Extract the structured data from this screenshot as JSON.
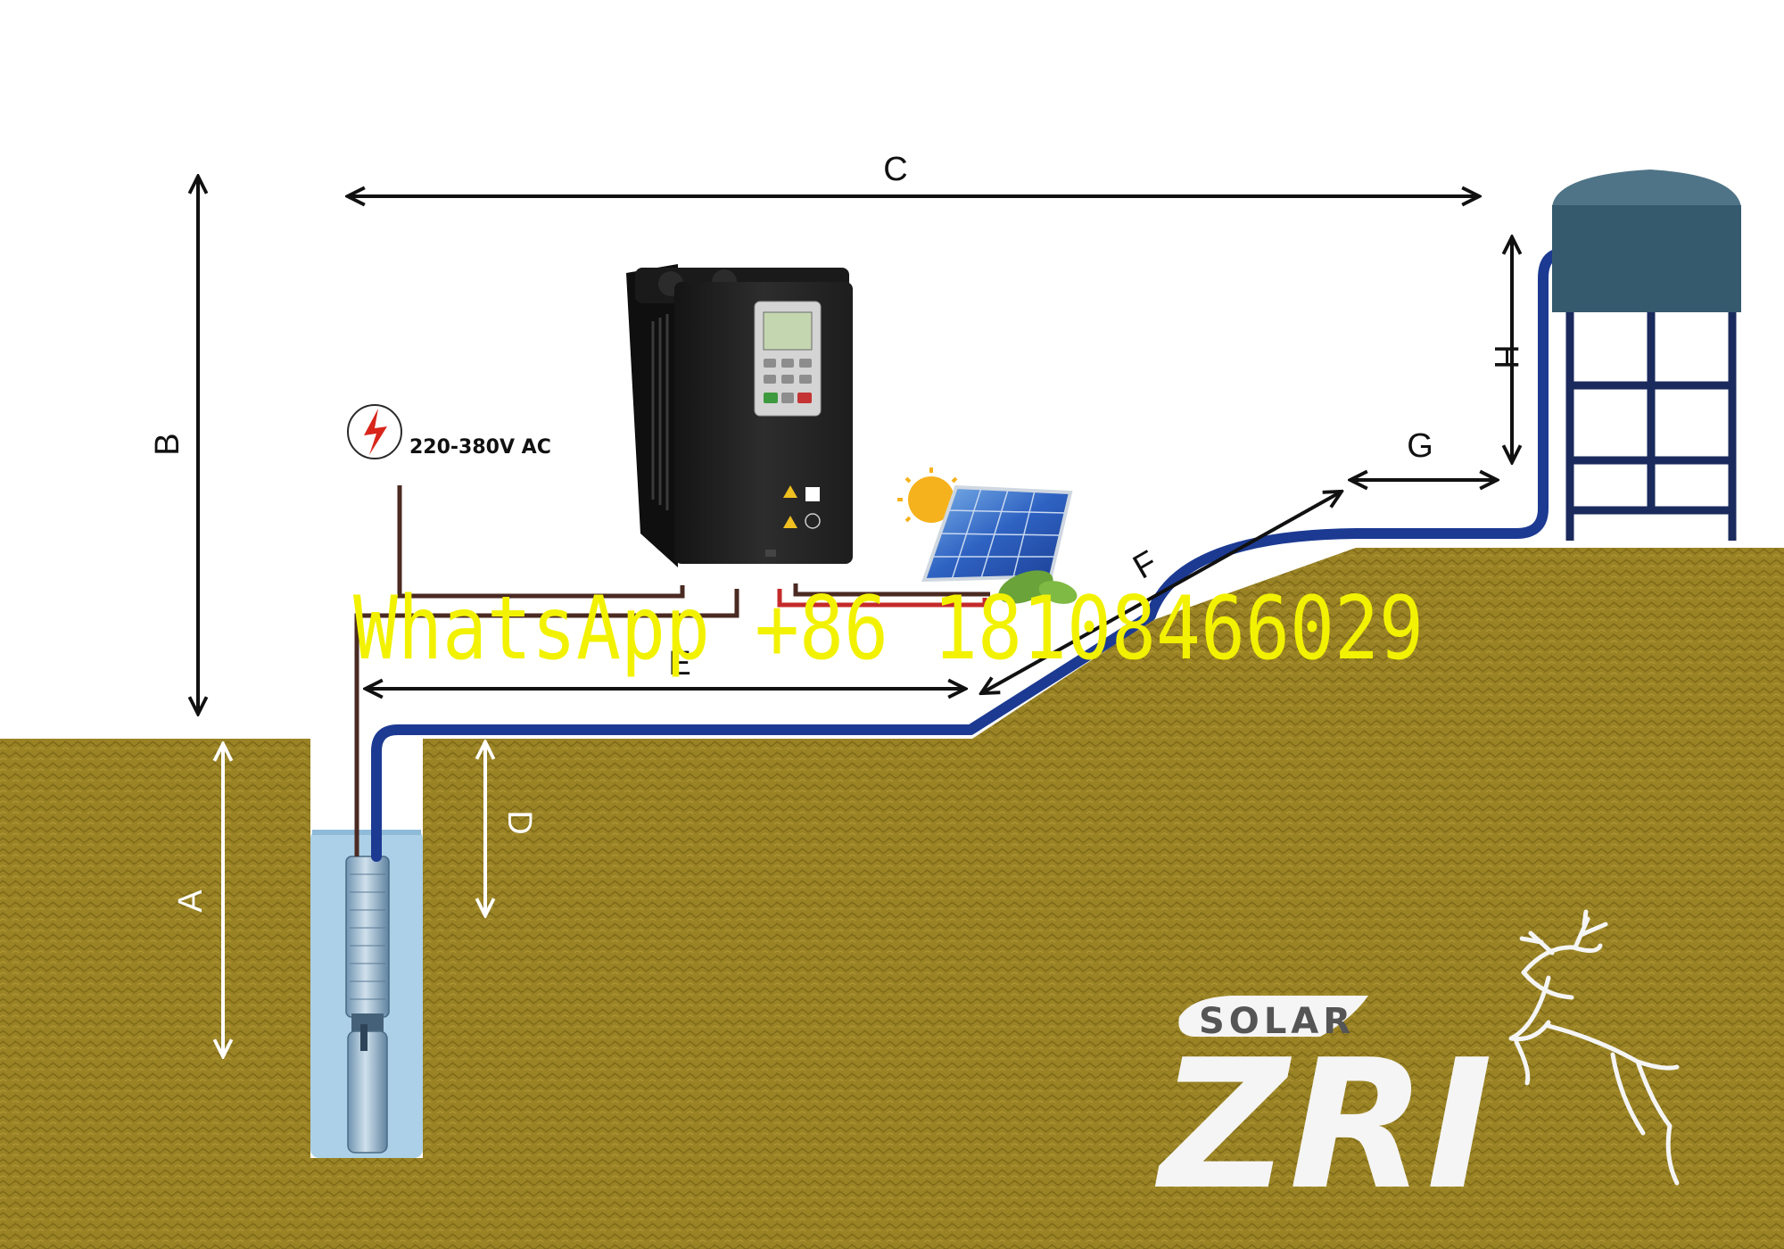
{
  "labels": {
    "a": "A",
    "b": "B",
    "c": "C",
    "d": "D",
    "e": "E",
    "f": "F",
    "g": "G",
    "h": "H"
  },
  "power_supply": {
    "text": "220-380V AC",
    "icon": "lightning-icon"
  },
  "watermark": {
    "text": "WhatsApp +86 18108466029"
  },
  "logo": {
    "solar": "SOLAR",
    "brand": "ZRI",
    "icon": "deer-icon"
  },
  "colors": {
    "ground": "#9a8325",
    "ground_dark": "#7e6a18",
    "pipe": "#1c3a92",
    "cable_brown": "#4a2a22",
    "cable_red": "#c42a2a",
    "well_water": "#a6cde6",
    "tank": "#355a6e",
    "tank_roof": "#4f7487",
    "tower": "#1a2a5c",
    "watermark": "#f2f200"
  }
}
